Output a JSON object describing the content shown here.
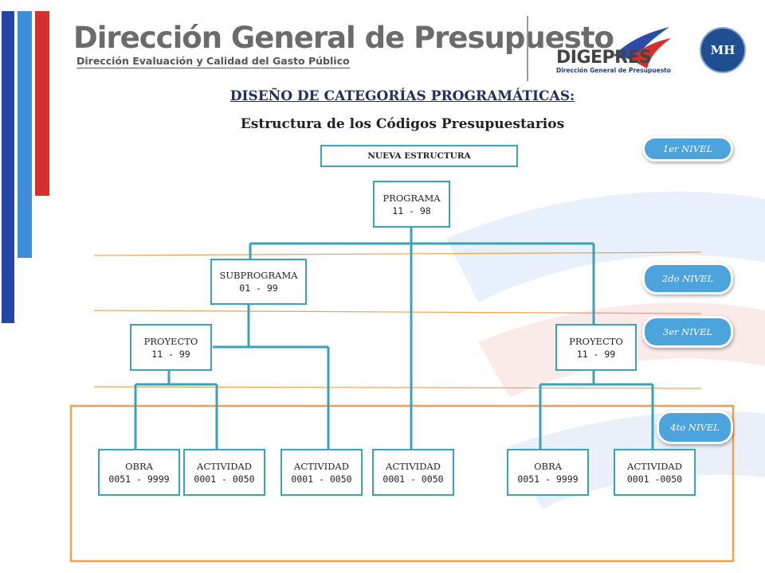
{
  "header": {
    "title": "Dirección General de Presupuesto",
    "subtitle": "Dirección Evaluación y Calidad del Gasto Público",
    "logo_text": "DIGEPRES",
    "logo_subtext": "Dirección General de Presupuesto",
    "seal_text": "MH"
  },
  "main_title": "DISEÑO DE CATEGORÍAS PROGRAMÁTICAS:",
  "sub_title": "Estructura de los Códigos Presupuestarios",
  "diagram": {
    "root_label": "NUEVA ESTRUCTURA",
    "programa": {
      "label": "PROGRAMA",
      "code": "11 - 98"
    },
    "subprograma": {
      "label": "SUBPROGRAMA",
      "code": "01 - 99"
    },
    "proyecto_left": {
      "label": "PROYECTO",
      "code": "11 - 99"
    },
    "proyecto_right": {
      "label": "PROYECTO",
      "code": "11 - 99"
    },
    "leaves": [
      {
        "label": "OBRA",
        "code": "0051 - 9999"
      },
      {
        "label": "ACTIVIDAD",
        "code": "0001 - 0050"
      },
      {
        "label": "ACTIVIDAD",
        "code": "0001 - 0050"
      },
      {
        "label": "ACTIVIDAD",
        "code": "0001 - 0050"
      },
      {
        "label": "OBRA",
        "code": "0051 - 9999"
      },
      {
        "label": "ACTIVIDAD",
        "code": "0001 -0050"
      }
    ]
  },
  "levels": [
    "1er NIVEL",
    "2do NIVEL",
    "3er NIVEL",
    "4to NIVEL"
  ],
  "colors": {
    "connector": "#3ba3b7",
    "level_badge": "#4da3dc",
    "frame": "#f0a04e",
    "stripe_blue": "#2446a8",
    "stripe_red": "#d62f2f",
    "stripe_light": "#3c8fd8"
  }
}
